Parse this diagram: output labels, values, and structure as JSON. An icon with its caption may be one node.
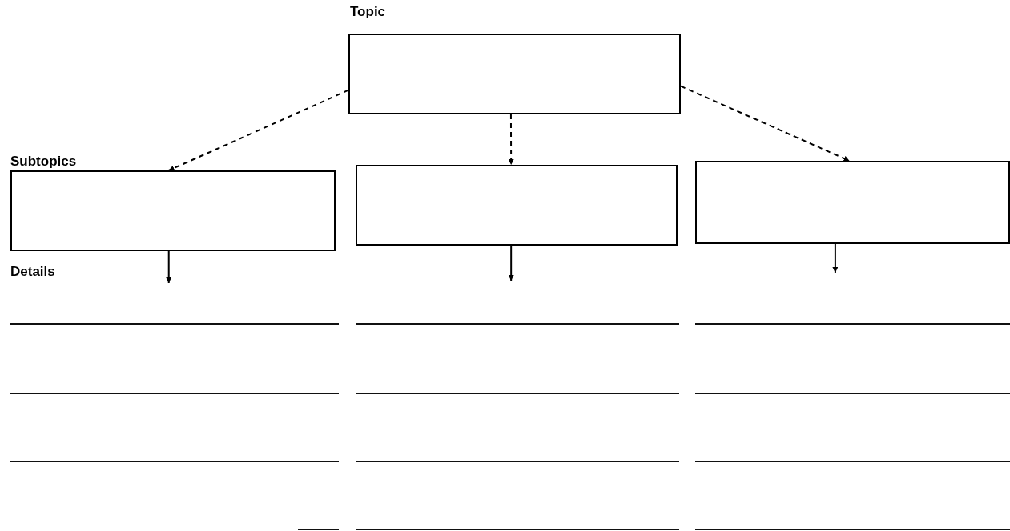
{
  "diagram": {
    "nodes": [
      {
        "text": [
          "Topic"
        ]
      },
      {
        "text": [
          "Subtopics"
        ]
      },
      {
        "text": [],
        "shape": "box"
      },
      {
        "text": [],
        "shape": "box"
      }
    ],
    "edges": [
      {
        "from": 0,
        "to": 1,
        "arrow": "to",
        "style": "dashed"
      },
      {
        "from": 0,
        "to": 2,
        "arrow": "to",
        "style": "dashed"
      },
      {
        "from": 0,
        "to": 3,
        "arrow": "to",
        "style": "dashed"
      },
      {
        "from": 1,
        "to": null,
        "arrow": "to"
      },
      {
        "from": 2,
        "to": null,
        "arrow": "to"
      },
      {
        "from": 3,
        "to": null,
        "arrow": "to"
      }
    ],
    "labels": [
      "Details"
    ]
  }
}
